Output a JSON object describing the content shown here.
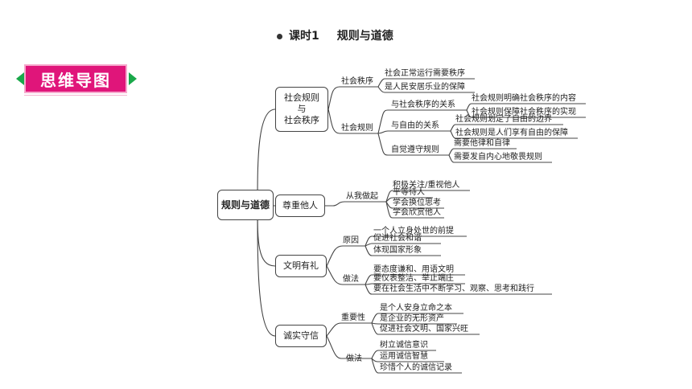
{
  "header": {
    "lesson": "课时1",
    "title": "规则与道德"
  },
  "badge": {
    "label": "思维导图",
    "accent": "#e0157a",
    "arrow_color": "#1aa84a"
  },
  "mindmap": {
    "root": "规则与道德",
    "b1": {
      "title": "社会规则\n与\n社会秩序",
      "s1": {
        "label": "社会秩序",
        "leaves": [
          "社会正常运行需要秩序",
          "是人民安居乐业的保障"
        ]
      },
      "s2": {
        "label": "社会规则",
        "t1": {
          "label": "与社会秩序的关系",
          "leaves": [
            "社会规则明确社会秩序的内容",
            "社会规则保障社会秩序的实现"
          ]
        },
        "t2": {
          "label": "与自由的关系",
          "leaves": [
            "社会规则划定了自由的边界",
            "社会规则是人们享有自由的保障"
          ]
        },
        "t3": {
          "label": "自觉遵守规则",
          "leaves": [
            "需要他律和自律",
            "需要发自内心地敬畏规则"
          ]
        }
      }
    },
    "b2": {
      "title": "尊重他人",
      "s1": {
        "label": "从我做起",
        "leaves": [
          "积极关注/重视他人",
          "平等待人",
          "学会换位思考",
          "学会欣赏他人"
        ]
      }
    },
    "b3": {
      "title": "文明有礼",
      "s1": {
        "label": "原因",
        "leaves": [
          "一个人立身处世的前提",
          "促进社会和谐",
          "体现国家形象"
        ]
      },
      "s2": {
        "label": "做法",
        "leaves": [
          "要态度谦和、用语文明",
          "要仪表整洁、举止端庄",
          "要在社会生活中不断学习、观察、思考和践行"
        ]
      }
    },
    "b4": {
      "title": "诚实守信",
      "s1": {
        "label": "重要性",
        "leaves": [
          "是个人安身立命之本",
          "是企业的无形资产",
          "促进社会文明、国家兴旺"
        ]
      },
      "s2": {
        "label": "做法",
        "leaves": [
          "树立诚信意识",
          "运用诚信智慧",
          "珍惜个人的诚信记录"
        ]
      }
    }
  }
}
